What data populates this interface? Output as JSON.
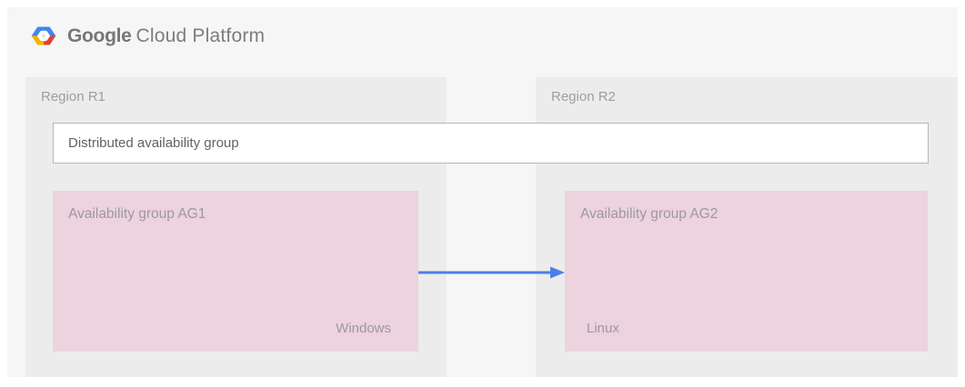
{
  "header": {
    "brand": {
      "google": "Google",
      "cloud_platform": "Cloud Platform"
    },
    "logo_icon": "gcp-hexagon-logo"
  },
  "diagram": {
    "distributed_group_label": "Distributed availability group",
    "regions": [
      {
        "label": "Region R1",
        "group": {
          "label": "Availability group AG1",
          "os": "Windows"
        }
      },
      {
        "label": "Region R2",
        "group": {
          "label": "Availability group AG2",
          "os": "Linux"
        }
      }
    ],
    "arrow": {
      "name": "replication-arrow",
      "direction": "AG1-to-AG2",
      "color": "#4d7ee8"
    }
  },
  "colors": {
    "page_background": "#ffffff",
    "band_background": "#f5f6f5",
    "region_background": "#ececec",
    "availability_group_background": "#ecd3dd",
    "distributed_box_background": "#ffffff",
    "distributed_box_border": "#b7b7b7",
    "arrow_blue": "#4d7ee8",
    "logo_blue": "#4285f4",
    "logo_red": "#dc4437",
    "logo_yellow": "#f4b400",
    "text_dark_gray": "#5f6368",
    "text_gray": "#9e9e9e",
    "text_pink_gray": "#9d98a0",
    "brand_gray": "#767676"
  }
}
